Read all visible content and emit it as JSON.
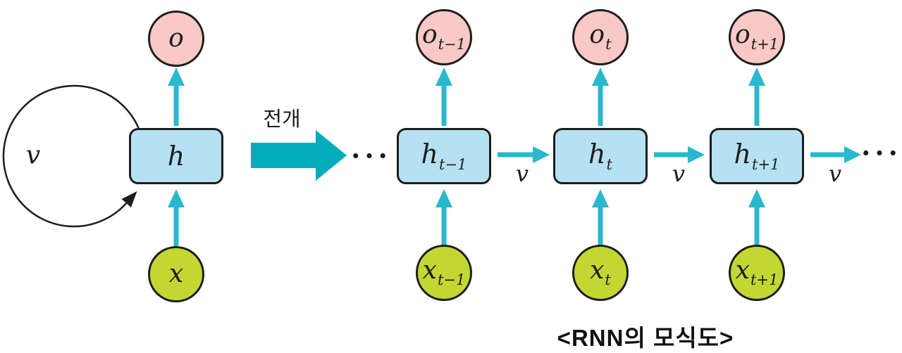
{
  "colors": {
    "background": "#ffffff",
    "outline": "#1d1d1b",
    "text": "#1d1d1b",
    "arrow_cyan": "#29b8cd",
    "arrow_teal": "#00adbb",
    "output_fill": "#f8c9c6",
    "hidden_fill": "#b5e1f3",
    "input_fill": "#c3d733"
  },
  "folded": {
    "output_label": "o",
    "hidden_label": "h",
    "input_label": "x",
    "loop_weight_label": "v"
  },
  "unfold_arrow": {
    "label": "전개"
  },
  "unrolled": {
    "ellipsis_left": "···",
    "ellipsis_right": "···",
    "columns": [
      {
        "output_base": "o",
        "output_sub": "t−1",
        "hidden_base": "h",
        "hidden_sub": "t−1",
        "input_base": "x",
        "input_sub": "t−1",
        "weight_label": "v"
      },
      {
        "output_base": "o",
        "output_sub": "t",
        "hidden_base": "h",
        "hidden_sub": "t",
        "input_base": "x",
        "input_sub": "t",
        "weight_label": "v"
      },
      {
        "output_base": "o",
        "output_sub": "t+1",
        "hidden_base": "h",
        "hidden_sub": "t+1",
        "input_base": "x",
        "input_sub": "t+1",
        "weight_label": "v"
      }
    ]
  },
  "caption": "<RNN의 모식도>"
}
